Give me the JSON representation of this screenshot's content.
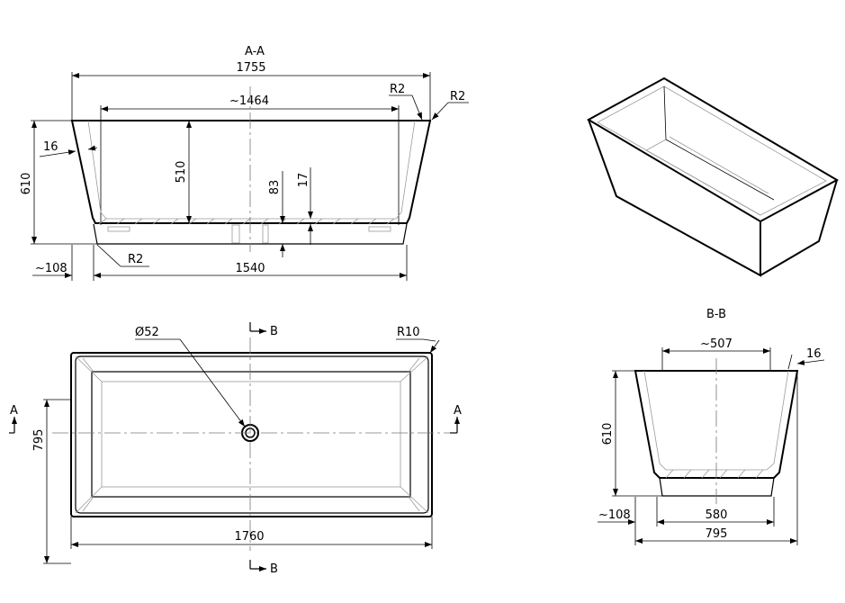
{
  "section_aa": {
    "title": "A-A",
    "overall_length": "1755",
    "inner_length": "~1464",
    "radius_left": "R2",
    "radius_right": "R2",
    "radius_bottom": "R2",
    "wall": "16",
    "height": "610",
    "depth": "510",
    "drain_depth": "83",
    "floor": "17",
    "base_offset": "~108",
    "base_length": "1540"
  },
  "plan_view": {
    "drain_diameter": "Ø52",
    "corner_radius": "R10",
    "section_b_label": "B",
    "section_a_label": "A",
    "width": "795",
    "length": "1760"
  },
  "section_bb": {
    "title": "B-B",
    "inner_width": "~507",
    "wall": "16",
    "height": "610",
    "base_offset": "~108",
    "base_width": "580",
    "overall_width": "795"
  }
}
